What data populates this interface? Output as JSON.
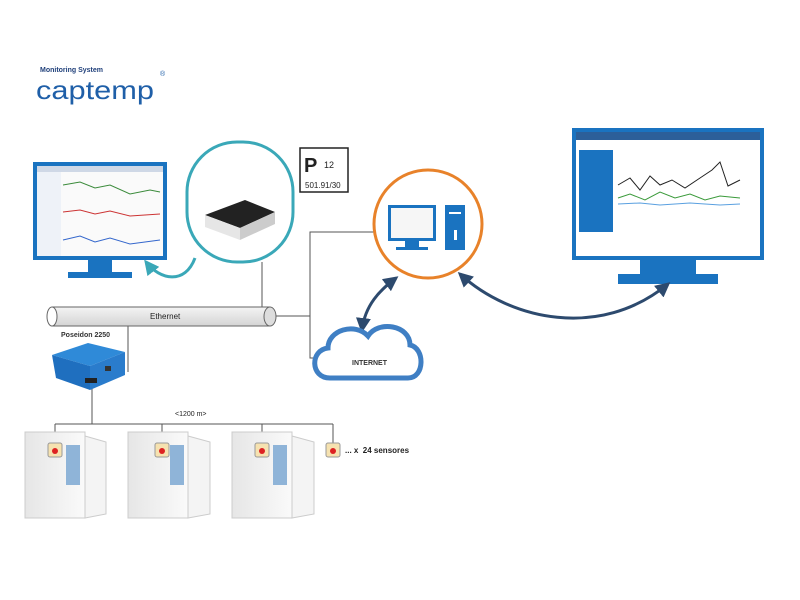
{
  "logo": {
    "tagline": "Monitoring System",
    "brand": "captemp",
    "registered": "®"
  },
  "certification": {
    "badge": "P",
    "number": "12",
    "code": "501.91/30"
  },
  "network": {
    "ethernet_label": "Ethernet",
    "internet_label": "INTERNET"
  },
  "device": {
    "name": "Poseidon 2250"
  },
  "bus": {
    "distance_label": "<1200 m>",
    "sensors_label": "... x  24 sensores"
  },
  "colors": {
    "brand_blue": "#1f5fa8",
    "teal": "#3aa8b8",
    "orange": "#e8822a",
    "arrow_navy": "#2d4a6e",
    "cloud_blue": "#3f7fc4",
    "monitor_blue": "#1a73c0"
  }
}
